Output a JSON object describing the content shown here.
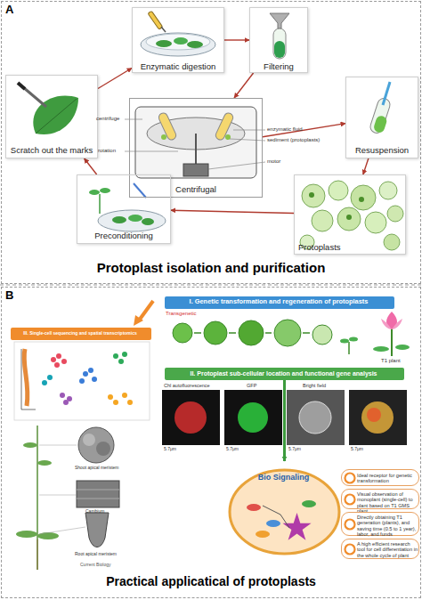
{
  "diagram": {
    "nodes": [
      {
        "text": [
          "A",
          "Protoplast isolation and purification"
        ]
      },
      {
        "text": [
          "Enzymatic digestion"
        ],
        "in": 0
      },
      {
        "text": [
          "Filtering"
        ],
        "in": 0
      },
      {
        "text": [
          "Scratch out the marks"
        ],
        "in": 0
      },
      {
        "text": [
          "Centrifugal"
        ],
        "in": 0
      },
      {
        "text": [
          "Resuspension"
        ],
        "in": 0
      },
      {
        "text": [
          "Preconditioning"
        ],
        "in": 0
      },
      {
        "text": [
          "Protoplasts"
        ],
        "in": 0
      },
      {
        "text": [
          "B",
          "Practical applicatical of protoplasts"
        ]
      },
      {
        "text": [
          "I. Genetic transformation and regeneration of protoplasts"
        ],
        "in": 8
      },
      {
        "text": [
          "III. Single-cell sequencing and spatial transcriptomics"
        ],
        "in": 8
      },
      {
        "text": [
          "II. Protoplast sub-cellular location and functional gene analysis"
        ],
        "in": 8
      },
      {
        "text": [
          "Bio Signaling"
        ],
        "in": 8
      },
      {
        "text": [
          "Ideal receptor for genetic transformation"
        ],
        "in": 8
      },
      {
        "text": [
          "Visual observation of monoplant (single-cell) to plant based on T1 GMS plant"
        ],
        "in": 8
      },
      {
        "text": [
          "Directly obtaining T1 generation (plants), and saving time (0.5 to 1 year), labor, and funds"
        ],
        "in": 8
      },
      {
        "text": [
          "A high efficient research tool for cell differentiation in the whole cycle of plant"
        ],
        "in": 8
      }
    ],
    "edges": [
      {
        "from": 3,
        "to": 1,
        "arrow": "to"
      },
      {
        "from": 1,
        "to": 2,
        "arrow": "to"
      },
      {
        "from": 2,
        "to": 4,
        "arrow": "to"
      },
      {
        "from": 4,
        "to": 5,
        "arrow": "to"
      },
      {
        "from": 5,
        "to": 7,
        "arrow": "to"
      },
      {
        "from": 7,
        "to": 6,
        "arrow": "to"
      },
      {
        "from": 6,
        "to": 3,
        "arrow": "to"
      },
      {
        "from": 11,
        "to": 12,
        "arrow": "to"
      }
    ],
    "labels": [
      "centrifuge",
      "enzymatic fluid",
      "sediment (protoplasts)",
      "rotation",
      "motor",
      "Transgenetic",
      "T1 plant",
      "Chl autofluorescence",
      "GFP",
      "Bright field",
      "5.7μm",
      "5.7μm",
      "5.7μm",
      "5.7μm",
      "Shoot apical meristem",
      "Cambium",
      "Root apical meristem",
      "Current Biology"
    ]
  }
}
